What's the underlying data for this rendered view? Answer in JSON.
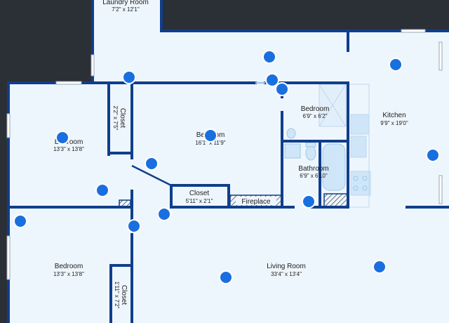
{
  "rooms": {
    "laundry": {
      "name": "Laundry Room",
      "dims": "7'2\" x 12'1\""
    },
    "closet_a": {
      "name": "Closet",
      "dims": "2'2\" x 7'5\""
    },
    "bedroom_1": {
      "name": "Bedroom",
      "dims": "13'3\" x 13'8\""
    },
    "bedroom_2": {
      "name": "Bedroom",
      "dims": "16'1\" x 11'9\""
    },
    "bedroom_3": {
      "name": "Bedroom",
      "dims": "6'9\" x 6'2\""
    },
    "kitchen": {
      "name": "Kitchen",
      "dims": "9'9\" x 19'0\""
    },
    "bathroom": {
      "name": "Bathroom",
      "dims": "6'9\" x 6'10\""
    },
    "closet_b": {
      "name": "Closet",
      "dims": "5'11\" x 2'1\""
    },
    "fireplace": {
      "name": "Fireplace"
    },
    "bedroom_4": {
      "name": "Bedroom",
      "dims": "13'3\" x 13'8\""
    },
    "living": {
      "name": "Living Room",
      "dims": "33'4\" x 13'4\""
    },
    "closet_c": {
      "name": "Closet",
      "dims": "1'11\" x 7'2\""
    }
  },
  "colors": {
    "background": "#2b2f36",
    "floor": "#eef6fd",
    "wall": "#0f3e8c",
    "hotspot": "#1a6fe0",
    "fixture": "#cfe6f8"
  },
  "icons": {
    "hotspot": "view-hotspot-icon"
  }
}
